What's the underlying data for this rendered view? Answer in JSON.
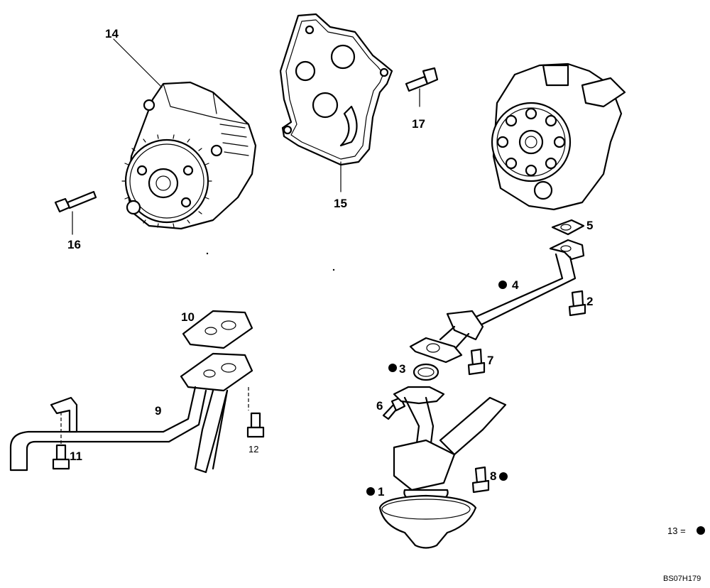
{
  "callouts": {
    "c1": "1",
    "c2": "2",
    "c3": "3",
    "c4": "4",
    "c5": "5",
    "c6": "6",
    "c7": "7",
    "c8": "8",
    "c9": "9",
    "c10": "10",
    "c11": "11",
    "c12": "12",
    "c14": "14",
    "c15": "15",
    "c16": "16",
    "c17": "17"
  },
  "legend": {
    "label": "13 =",
    "symbol": "filled-dot"
  },
  "drawing_code": "BS07H179",
  "colors": {
    "ink": "#000000",
    "paper": "#ffffff"
  }
}
